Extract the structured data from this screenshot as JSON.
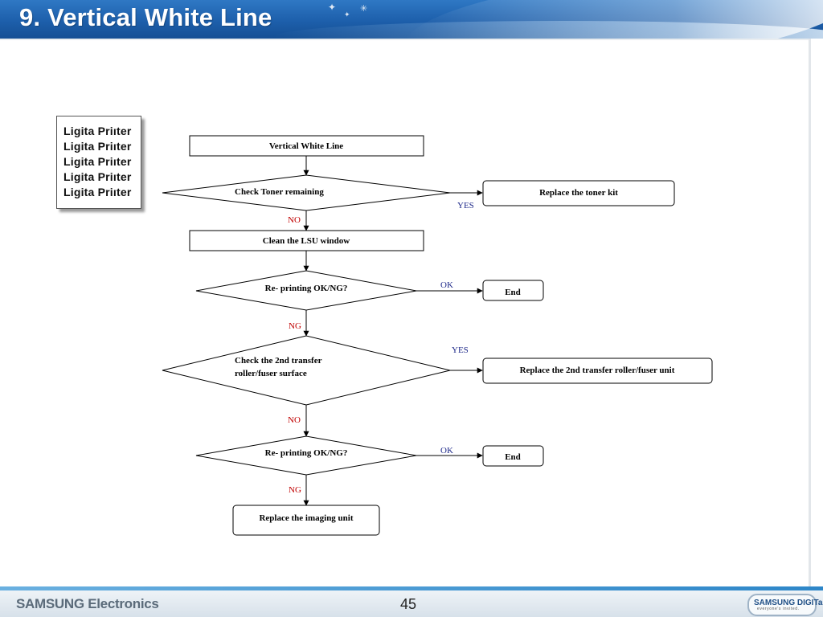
{
  "header": {
    "title": "9. Vertical White Line"
  },
  "sample": {
    "lines": [
      "Ligita Priıter",
      "Ligita Priıter",
      "Ligita Priıter",
      "Ligita Priıter",
      "Ligita Priıter"
    ]
  },
  "flow": {
    "start": "Vertical White Line",
    "check_toner": "Check Toner remaining",
    "replace_toner": "Replace the toner kit",
    "clean_lsu": "Clean the LSU window",
    "reprint_1": "Re- printing OK/NG?",
    "end_1": "End",
    "check_transfer_line1": "Check the 2nd transfer",
    "check_transfer_line2": "roller/fuser surface",
    "replace_transfer": "Replace the 2nd transfer roller/fuser unit",
    "reprint_2": "Re- printing OK/NG?",
    "end_2": "End",
    "replace_imaging": "Replace the imaging unit",
    "labels": {
      "yes_1": "YES",
      "no_1": "NO",
      "ok_1": "OK",
      "ng_1": "NG",
      "yes_2": "YES",
      "no_2": "NO",
      "ok_2": "OK",
      "ng_2": "NG"
    }
  },
  "footer": {
    "brand": "SAMSUNG Electronics",
    "page_number": "45",
    "logo_text": "SAMSUNG DIGITall",
    "logo_tagline": "everyone's invited."
  },
  "colors": {
    "header_blue": "#1d5fab",
    "no_ng_label": "#c00000",
    "yes_ok_label": "#1f2a8a"
  }
}
